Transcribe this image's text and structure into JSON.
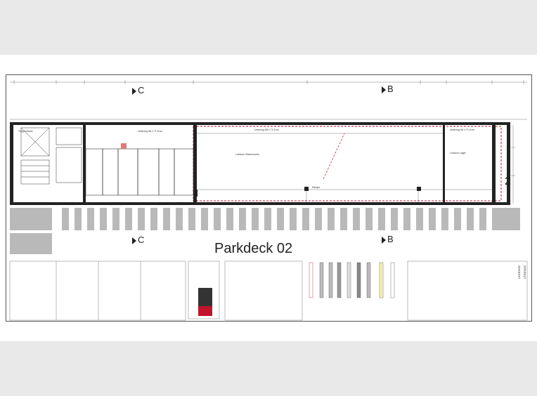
{
  "drawing": {
    "title": "Parkdeck 02",
    "section_c": "C",
    "section_b": "B",
    "axis_label": "2"
  },
  "rooms": {
    "main_hall": "Lufraum Gastronomie",
    "storage": "Lufraum Lager",
    "stair": "Treppenhaus"
  },
  "annotations": {
    "opening_left": "Unterzug 58 x 71.5 cm",
    "opening_right": "Unterzug 58 x 71.5 cm",
    "ramp": "Rampe",
    "beam": "Unterzug 58 x 71.5 cm"
  },
  "legend": {
    "header": "LEGENDE",
    "header2": "LÉGENDE"
  },
  "colors": {
    "wall": "#222222",
    "accent": "#c0142a",
    "hatch": "#b9b9b9",
    "paper": "#ffffff",
    "backdrop": "#e9e9e9"
  }
}
